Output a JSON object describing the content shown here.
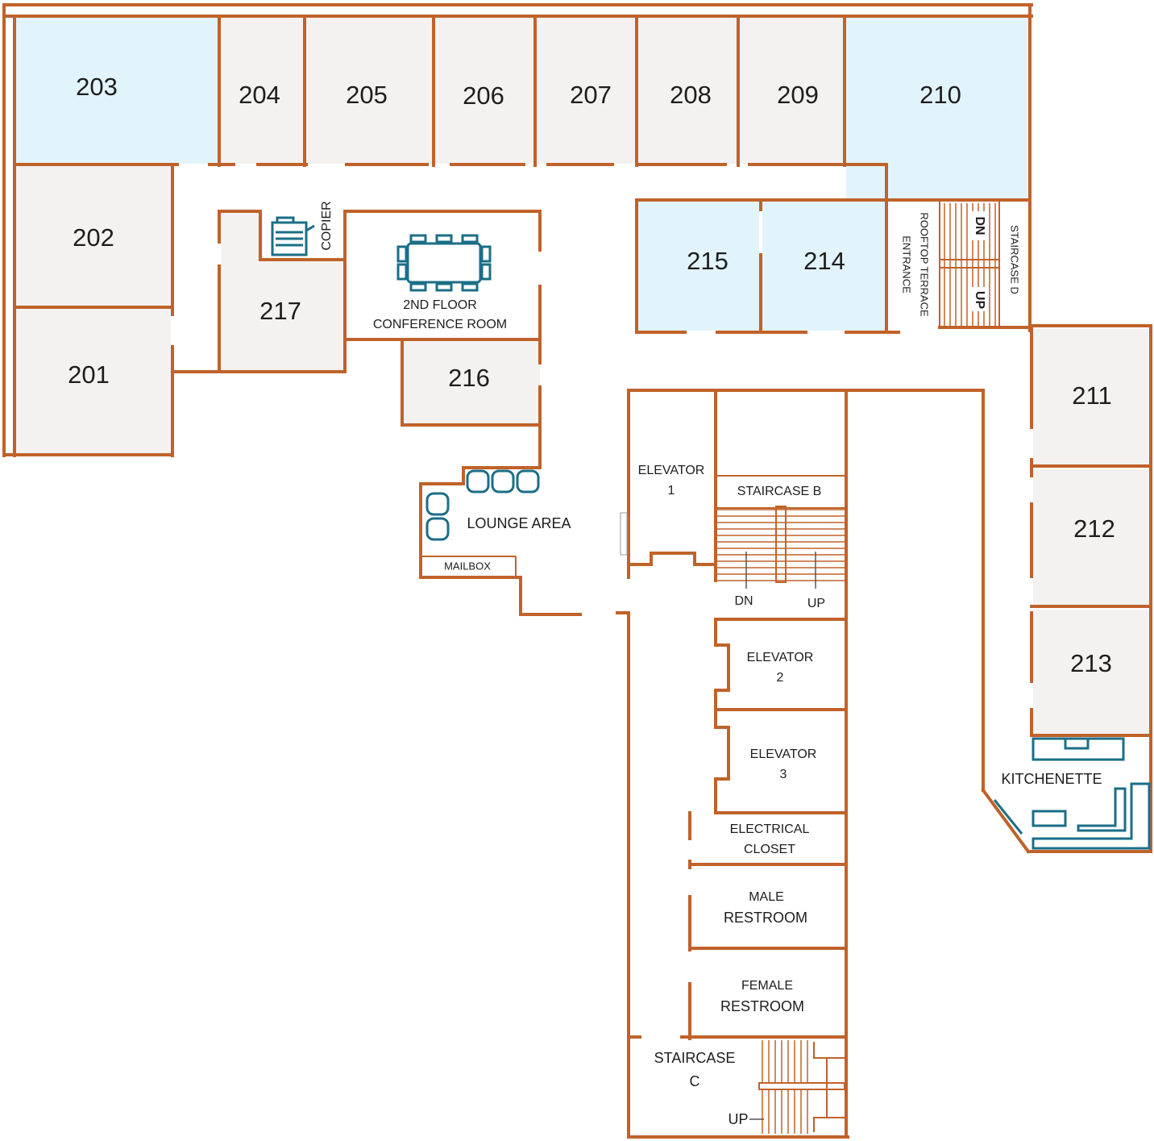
{
  "rooms": {
    "r201": "201",
    "r202": "202",
    "r203": "203",
    "r204": "204",
    "r205": "205",
    "r206": "206",
    "r207": "207",
    "r208": "208",
    "r209": "209",
    "r210": "210",
    "r211": "211",
    "r212": "212",
    "r213": "213",
    "r214": "214",
    "r215": "215",
    "r216": "216",
    "r217": "217"
  },
  "labels": {
    "copier": "COPIER",
    "conference_line1": "2ND FLOOR",
    "conference_line2": "CONFERENCE ROOM",
    "lounge": "LOUNGE AREA",
    "mailbox": "MAILBOX",
    "rooftop_line1": "ROOFTOP TERRACE",
    "rooftop_line2": "ENTRANCE",
    "staircase_d": "STAIRCASE D",
    "stair_d_dn": "DN",
    "stair_d_up": "UP",
    "elevator1_line1": "ELEVATOR",
    "elevator1_line2": "1",
    "staircase_b": "STAIRCASE B",
    "stair_b_dn": "DN",
    "stair_b_up": "UP",
    "elevator2_line1": "ELEVATOR",
    "elevator2_line2": "2",
    "elevator3_line1": "ELEVATOR",
    "elevator3_line2": "3",
    "electrical_line1": "ELECTRICAL",
    "electrical_line2": "CLOSET",
    "male_line1": "MALE",
    "male_line2": "RESTROOM",
    "female_line1": "FEMALE",
    "female_line2": "RESTROOM",
    "staircase_c_line1": "STAIRCASE",
    "staircase_c_line2": "C",
    "stair_c_up": "UP",
    "kitchenette": "KITCHENETTE"
  },
  "colors": {
    "wall": "#c0622a",
    "highlight_room": "#e2f4fb",
    "room": "#f3f2f1",
    "furniture": "#1b6e87"
  }
}
